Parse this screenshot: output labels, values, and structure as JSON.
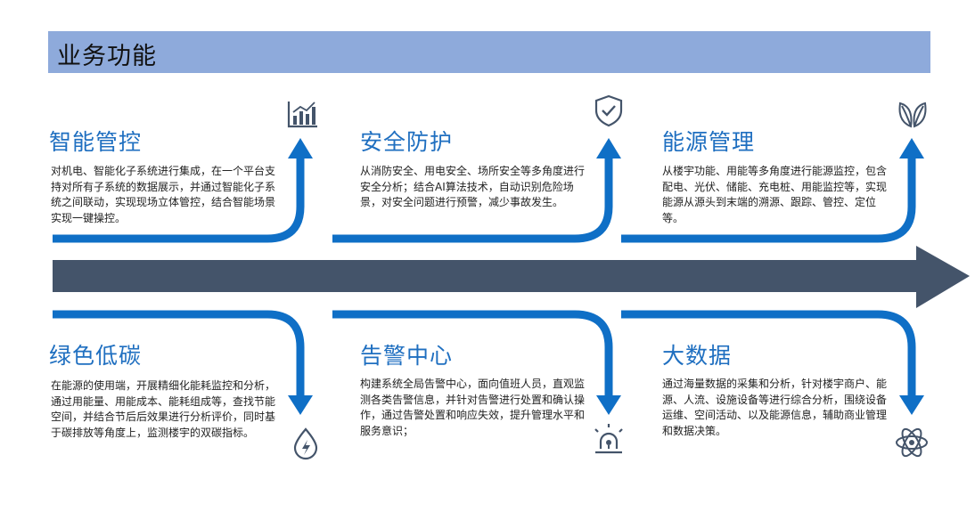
{
  "page_title": "业务功能",
  "colors": {
    "arrow": "#0f6fc6",
    "main_arrow": "#44546a",
    "title_bar": "#8eaadb",
    "heading": "#1f6fc0"
  },
  "modules": [
    {
      "title": "智能管控",
      "icon": "bar-chart-icon",
      "description": "对机电、智能化子系统进行集成，在一个平台支持对所有子系统的数据展示，并通过智能化子系统之间联动，实现现场立体管控，结合智能场景实现一键操控。"
    },
    {
      "title": "安全防护",
      "icon": "shield-check-icon",
      "description": "从消防安全、用电安全、场所安全等多角度进行安全分析；结合AI算法技术，自动识别危险场景，对安全问题进行预警，减少事故发生。"
    },
    {
      "title": "能源管理",
      "icon": "leaf-icon",
      "description": "从楼宇功能、用能等多角度进行能源监控，包含配电、光伏、储能、充电桩、用能监控等，实现能源从源头到末端的溯源、跟踪、管控、定位等。"
    },
    {
      "title": "绿色低碳",
      "icon": "water-drop-icon",
      "description": "在能源的使用端，开展精细化能耗监控和分析，通过用能量、用能成本、能耗组成等，查找节能空间，并结合节后后效果进行分析评价，同时基于碳排放等角度上，监测楼宇的双碳指标。"
    },
    {
      "title": "告警中心",
      "icon": "alarm-light-icon",
      "description": "构建系统全局告警中心，面向值班人员，直观监测各类告警信息，并针对告警进行处置和确认操作，通过告警处置和响应失效，提升管理水平和服务意识；"
    },
    {
      "title": "大数据",
      "icon": "atom-icon",
      "description": "通过海量数据的采集和分析，针对楼宇商户、能源、人流、设施设备等进行综合分析，围绕设备运维、空间活动、以及能源信息，辅助商业管理和数据决策。"
    }
  ]
}
